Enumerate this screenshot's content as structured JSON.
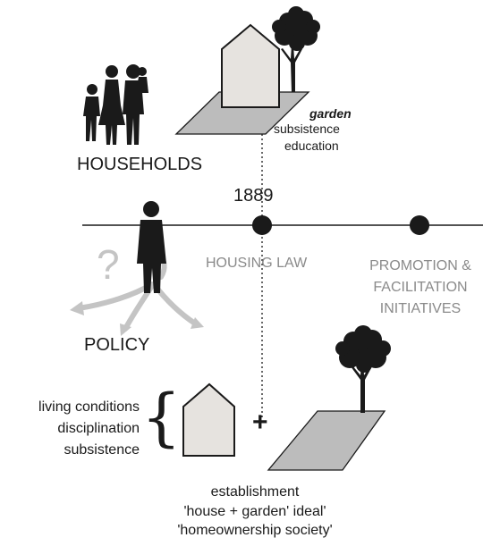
{
  "colors": {
    "dark": "#1a1a1a",
    "grey_text": "#8a8a8a",
    "house_fill": "#e6e3df",
    "ground_fill": "#bcbcbc",
    "arrow_grey": "#c4c4c4"
  },
  "labels": {
    "households": "HOUSEHOLDS",
    "garden": "garden",
    "subsistence_top": "subsistence",
    "education": "education",
    "year": "1889",
    "housing_law": "HOUSING LAW",
    "promotion": [
      "PROMOTION &",
      "FACILITATION",
      "INITIATIVES"
    ],
    "question_mark": "?",
    "policy": "POLICY",
    "left_list": [
      "living conditions",
      "disciplination",
      "subsistence"
    ],
    "brace": "{",
    "plus": "+",
    "bottom": [
      "establishment",
      "'house + garden' ideal'",
      "'homeownership society'"
    ]
  },
  "icons": {
    "family": "family-silhouette-icon",
    "person": "standing-person-icon",
    "house_top": "house-icon",
    "tree_top": "tree-icon",
    "house_bottom": "house-icon",
    "tree_bottom": "tree-icon"
  }
}
